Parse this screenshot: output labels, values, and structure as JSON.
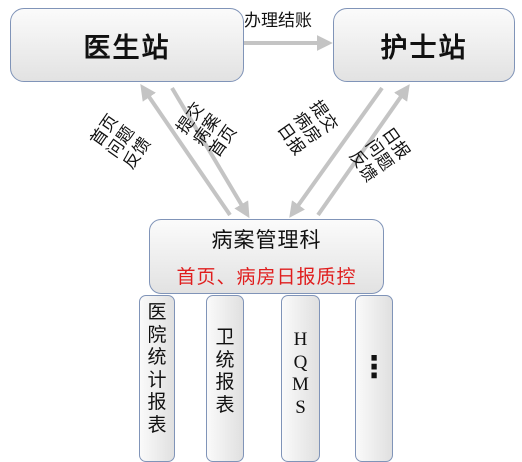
{
  "nodes": {
    "doctor": "医生站",
    "nurse": "护士站",
    "records": "病案管理科",
    "records_sub": "首页、病房日报质控"
  },
  "edges": {
    "doctor_to_nurse": "办理结账",
    "records_to_doctor": [
      "首页",
      "问题",
      "反馈"
    ],
    "doctor_to_records": [
      "提交",
      "病案",
      "首页"
    ],
    "nurse_to_records": [
      "提交",
      "病房",
      "日报"
    ],
    "records_to_nurse": [
      "日报",
      "问题",
      "反馈"
    ]
  },
  "columns": [
    {
      "chars": [
        "医",
        "院",
        "统",
        "计",
        "报",
        "表"
      ]
    },
    {
      "chars": [
        "卫",
        "统",
        "报",
        "表"
      ]
    },
    {
      "chars": [
        "H",
        "Q",
        "M",
        "S"
      ]
    },
    {
      "chars": [
        "⋮"
      ]
    }
  ],
  "colors": {
    "box_border": "#8094b8",
    "arrow": "#c4c4c4",
    "highlight_text": "#e01e1e"
  }
}
